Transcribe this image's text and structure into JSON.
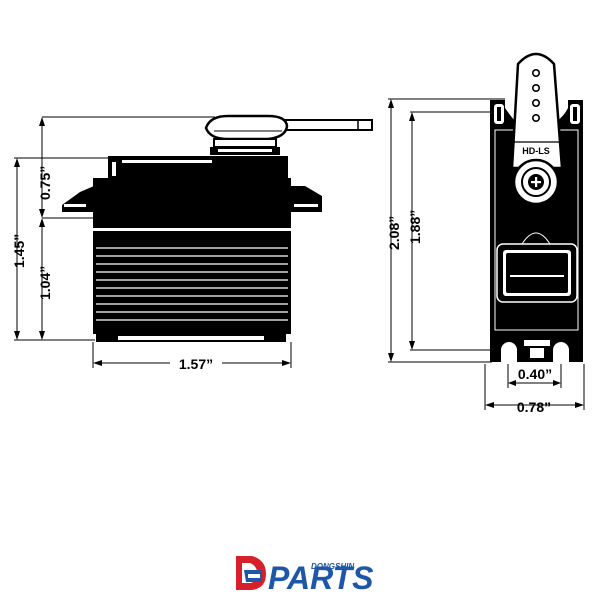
{
  "dimensions": {
    "height_total": "1.45”",
    "height_top": "0.75”",
    "height_body": "1.04”",
    "width_side": "1.57”",
    "height_front_total": "2.08”",
    "height_front_body": "1.88”",
    "mount_spacing": "0.40”",
    "width_front": "0.78”"
  },
  "horn_label": "HD-LS",
  "logo": {
    "brand_small": "DONGSHIN",
    "brand_large": "PARTS",
    "mark": "DS"
  },
  "colors": {
    "ink": "#000000",
    "logo_red": "#d8202a",
    "logo_blue": "#1e56a8"
  }
}
